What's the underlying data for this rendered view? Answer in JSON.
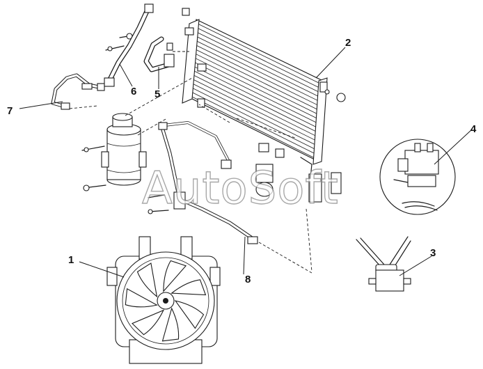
{
  "diagram": {
    "callouts": [
      {
        "id": "1",
        "label": "1"
      },
      {
        "id": "2",
        "label": "2"
      },
      {
        "id": "3",
        "label": "3"
      },
      {
        "id": "4",
        "label": "4"
      },
      {
        "id": "5",
        "label": "5"
      },
      {
        "id": "6",
        "label": "6"
      },
      {
        "id": "7",
        "label": "7"
      },
      {
        "id": "8",
        "label": "8"
      }
    ],
    "watermark": "AutoSoft"
  },
  "colors": {
    "ink": "#1a1a1a",
    "background": "#ffffff",
    "watermark_outline": "#8c8c8c"
  }
}
